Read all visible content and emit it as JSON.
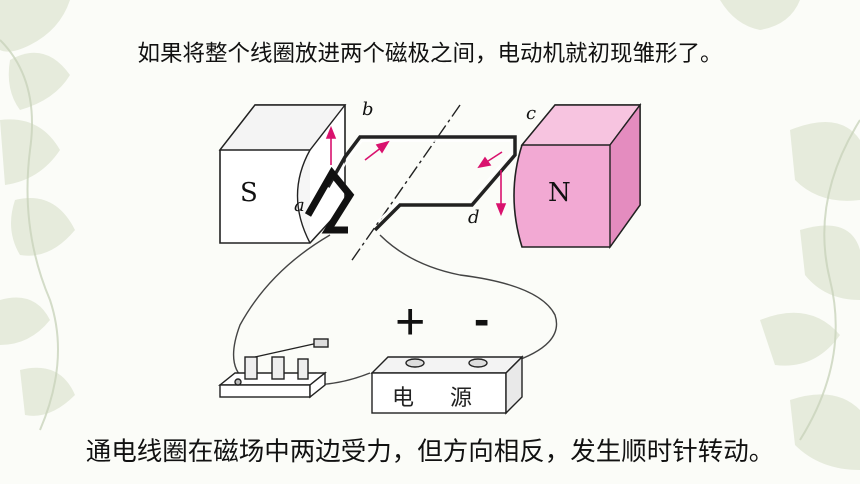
{
  "slide": {
    "top_caption": "如果将整个线圈放进两个磁极之间，电动机就初现雏形了。",
    "bottom_caption": "通电线圈在磁场中两边受力，但方向相反，发生顺时针转动。"
  },
  "figure": {
    "pole_south": "S",
    "pole_north": "N",
    "point_a": "a",
    "point_b": "b",
    "point_c": "c",
    "point_d": "d",
    "plus_sign": "+",
    "minus_sign": "-",
    "power_char_1": "电",
    "power_char_2": "源",
    "colors": {
      "north_magnet": "#f2a9d3",
      "north_magnet_side": "#e48cbf",
      "arrows": "#d9126e",
      "outline": "#222222"
    }
  }
}
